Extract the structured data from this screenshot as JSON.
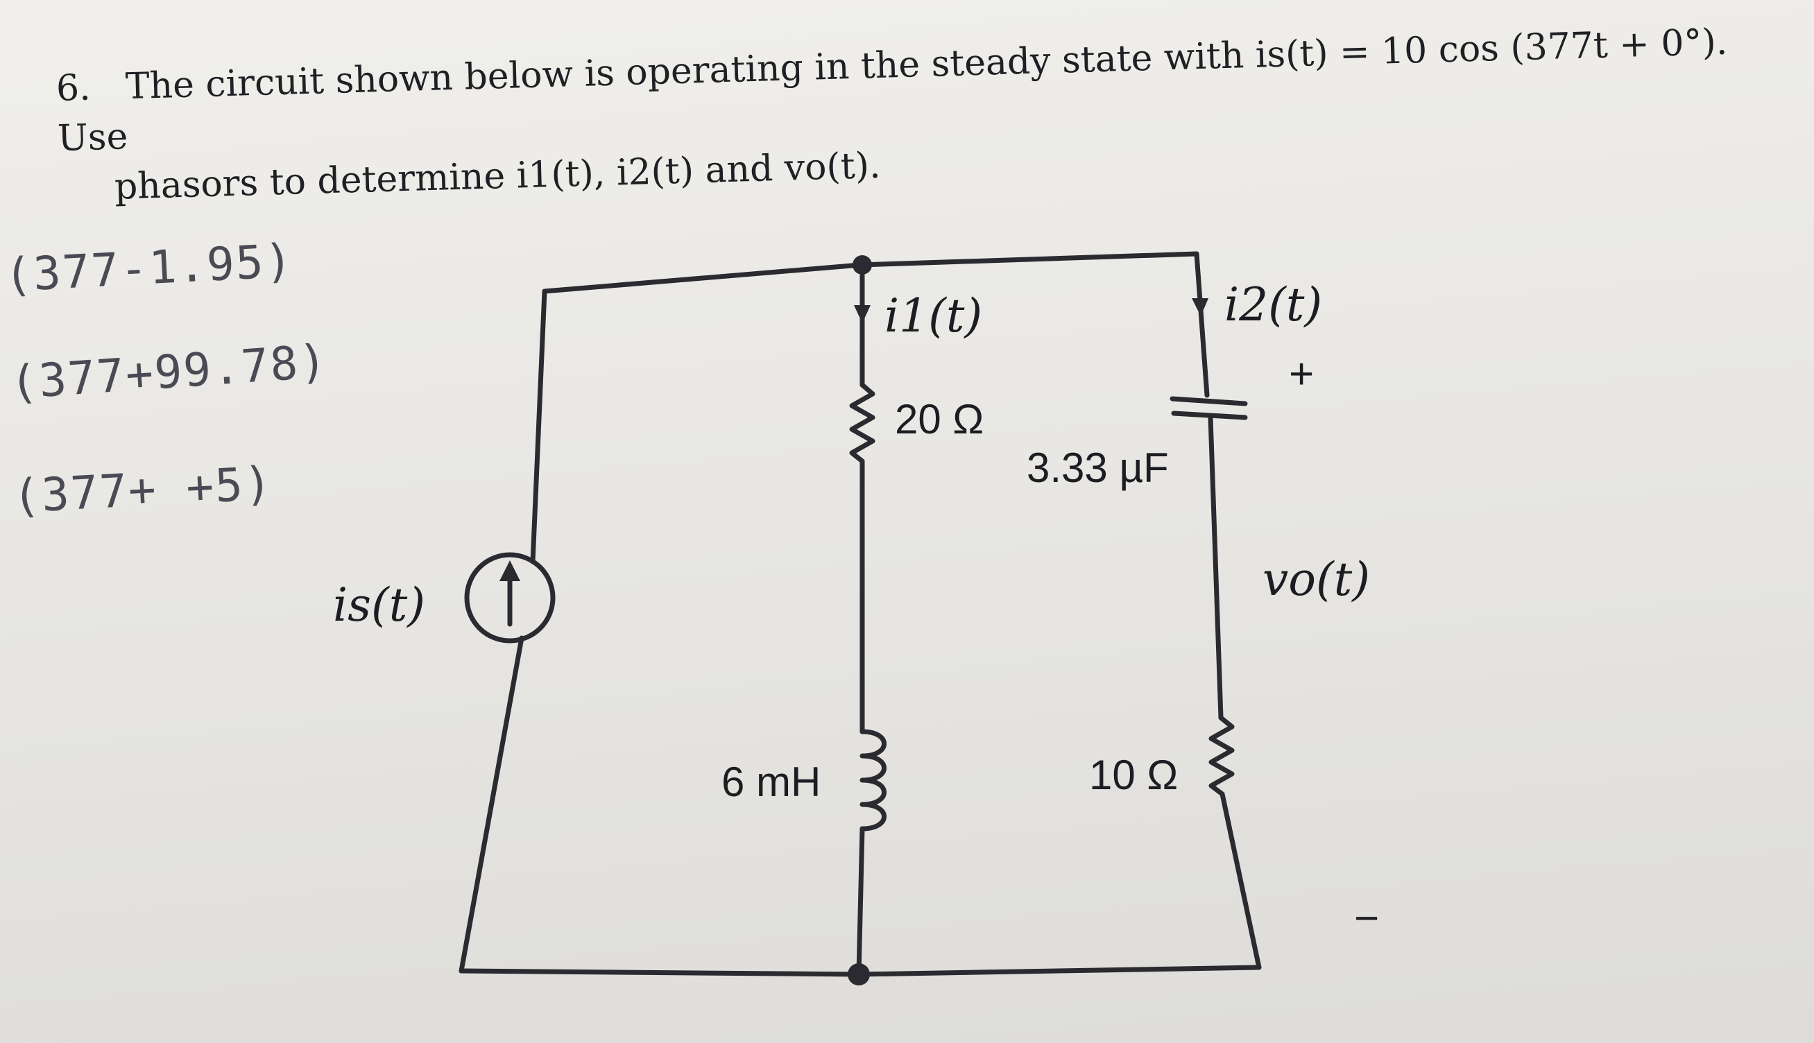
{
  "problem": {
    "number": "6.",
    "line1": "The circuit shown below is operating in the steady state with is(t) = 10 cos (377t + 0°). Use",
    "line2": "phasors to determine i1(t), i2(t) and vo(t)."
  },
  "handwritten_notes": [
    "(377-1.95)",
    "(377+99.78)",
    "(377+ +5)"
  ],
  "circuit": {
    "source_label": "is(t)",
    "branch1_current": "i1(t)",
    "branch2_current": "i2(t)",
    "resistor1": "20 Ω",
    "inductor": "6 mH",
    "capacitor": "3.33 µF",
    "resistor2": "10 Ω",
    "output_voltage": "vo(t)",
    "plus_sign": "+",
    "minus_sign": "−"
  }
}
